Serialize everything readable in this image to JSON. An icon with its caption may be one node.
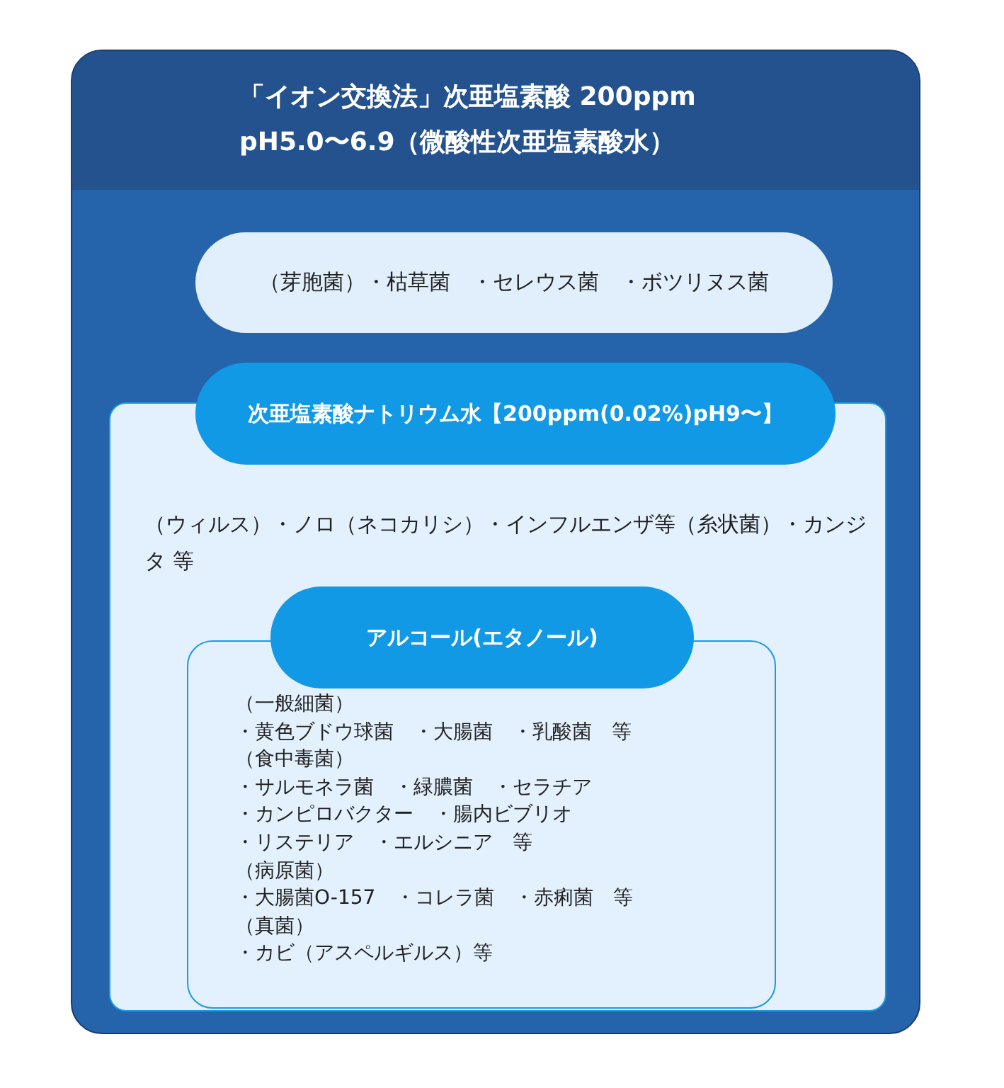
{
  "diagram": {
    "nodes": [
      {
        "text": [
          "「イオン交換法」次亜塩素酸 200ppm",
          "pH5.0〜6.9（微酸性次亜塩素酸水）"
        ]
      },
      {
        "text": [
          "（芽胞菌）・枯草菌　・セレウス菌　・ボツリヌス菌"
        ],
        "in": 0
      },
      {
        "text": [
          "次亜塩素酸ナトリウム水【200ppm(0.02%)pH9〜】"
        ],
        "in": 0
      },
      {
        "text": [
          "（ウィルス）・ノロ（ネコカリシ）・インフルエンザ等（糸状菌）・カンジタ 等"
        ],
        "in": 0
      },
      {
        "text": [
          "アルコール(エタノール)"
        ],
        "in": 3
      },
      {
        "text": [
          "（一般細菌）",
          "・黄色ブドウ球菌　・大腸菌　・乳酸菌　等",
          "（食中毒菌）",
          "・サルモネラ菌　・緑膿菌　・セラチア",
          "・カンピロバクター　・腸内ビブリオ",
          "・リステリア　・エルシニア　等",
          "（病原菌）",
          "・大腸菌O-157　・コレラ菌　・赤痢菌　等",
          "（真菌）",
          "・カビ（アスペルギルス）等"
        ],
        "in": 3
      }
    ]
  }
}
